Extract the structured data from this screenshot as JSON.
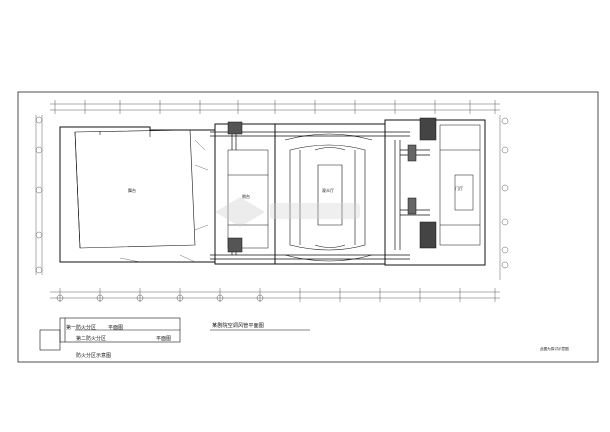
{
  "drawing": {
    "title": "某剧院空调风管平面图",
    "note": "此图为探讨示意图",
    "rooms": {
      "stage": "舞台",
      "auditorium": "观众厅",
      "side_stage": "侧台",
      "lobby": "门厅"
    }
  },
  "key_plan": {
    "zone_1": "第一防火分区",
    "zone_1_sub": "平面图",
    "zone_2": "第二防火分区",
    "zone_2_sub": "平面图",
    "caption": "防火分区示意图"
  },
  "colors": {
    "line": "#111111",
    "dim": "#333333",
    "watermark": "#c8c8c8"
  }
}
